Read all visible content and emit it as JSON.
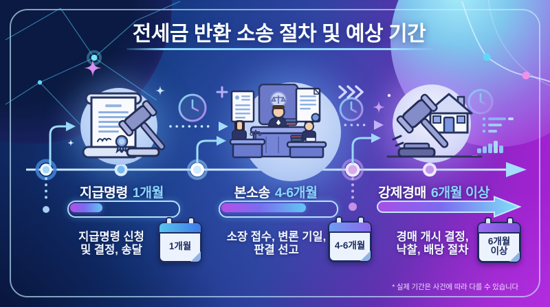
{
  "title": "전세금 반환 소송 절차 및 예상 기간",
  "footnote": "* 실제 기간은 사건에 따라 다를 수 있습니다",
  "stages": [
    {
      "name": "지급명령",
      "duration": "1개월",
      "desc_line1": "지급명령 신청",
      "desc_line2": "및 결정, 송달",
      "calendar_label": "1개월",
      "progress_percent": 30,
      "illustration": "document-seal-gavel"
    },
    {
      "name": "본소송",
      "duration": "4-6개월",
      "desc_line1": "소장 접수, 변론 기일,",
      "desc_line2": "판결 선고",
      "calendar_label": "4-6개월",
      "progress_percent": 74,
      "illustration": "courtroom-judge"
    },
    {
      "name": "강제경매",
      "duration": "6개월 이상",
      "desc_line1": "경매 개시 결정,",
      "desc_line2": "낙찰, 배당 절차",
      "calendar_label": "6개월 이상",
      "progress_percent": 100,
      "illustration": "gavel-house-auction"
    }
  ],
  "icons": [
    "clock-icon",
    "calendar-icon",
    "checklist-icon",
    "bar-chart-icon",
    "chevron-right-icon",
    "sparkle-icon",
    "timeline-arrow-icon",
    "network-constellation-decoration"
  ],
  "colors": {
    "accent_cyan": "#8cd4ff",
    "accent_purple": "#a855e8",
    "calendar_ink": "#1c2b5e",
    "bg_navy": "#0e2458",
    "bg_purple": "#9a24cc",
    "timeline_line": "#cfeaff"
  }
}
